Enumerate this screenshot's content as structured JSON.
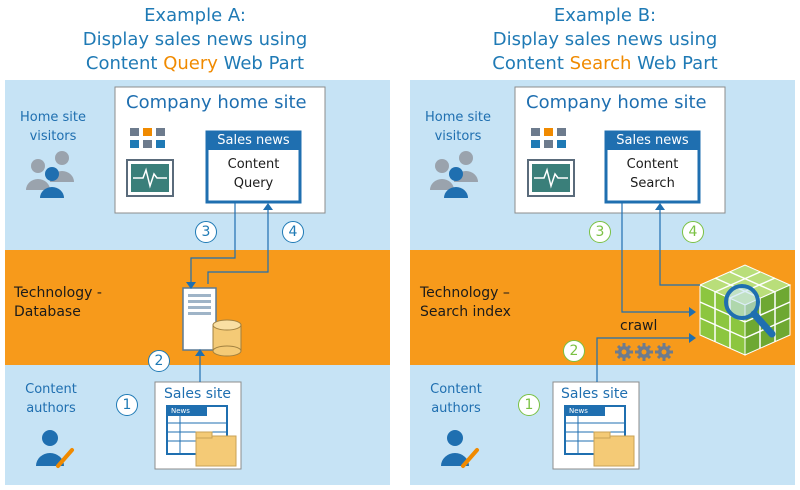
{
  "example_a": {
    "title_line1": "Example A:",
    "title_line2": "Display sales news using",
    "title_line3_pre": "Content ",
    "title_line3_hl": "Query",
    "title_line3_post": " Web Part",
    "visitors_label_1": "Home site",
    "visitors_label_2": "visitors",
    "home_site_title": "Company home site",
    "webpart_title": "Sales news",
    "webpart_body_1": "Content",
    "webpart_body_2": "Query",
    "tech_label_1": "Technology -",
    "tech_label_2": "Database",
    "authors_label_1": "Content",
    "authors_label_2": "authors",
    "sales_site_title": "Sales site",
    "news_tag": "News",
    "steps": [
      "1",
      "2",
      "3",
      "4"
    ]
  },
  "example_b": {
    "title_line1": "Example B:",
    "title_line2": "Display sales news using",
    "title_line3_pre": "Content ",
    "title_line3_hl": "Search",
    "title_line3_post": " Web Part",
    "visitors_label_1": "Home site",
    "visitors_label_2": "visitors",
    "home_site_title": "Company home site",
    "webpart_title": "Sales news",
    "webpart_body_1": "Content",
    "webpart_body_2": "Search",
    "tech_label_1": "Technology –",
    "tech_label_2": "Search index",
    "crawl_label": "crawl",
    "authors_label_1": "Content",
    "authors_label_2": "authors",
    "sales_site_title": "Sales site",
    "news_tag": "News",
    "steps": [
      "1",
      "2",
      "3",
      "4"
    ]
  },
  "colors": {
    "light_blue_band": "#c6e3f5",
    "orange_band": "#f79a1b",
    "title_blue": "#1f7ab5",
    "highlight_orange": "#f08a00",
    "step_blue": "#1f7ab5",
    "step_green": "#7ac143",
    "cube_green": "#8cc63f"
  },
  "icons": {
    "visitors": "people-group-icon",
    "authors": "person-pencil-icon",
    "tiles": "app-tiles-icon",
    "monitor": "activity-monitor-icon",
    "server": "server-database-icon",
    "index": "search-index-cube-icon",
    "crawl": "gears-icon",
    "sales_doc": "document-folder-icon"
  }
}
